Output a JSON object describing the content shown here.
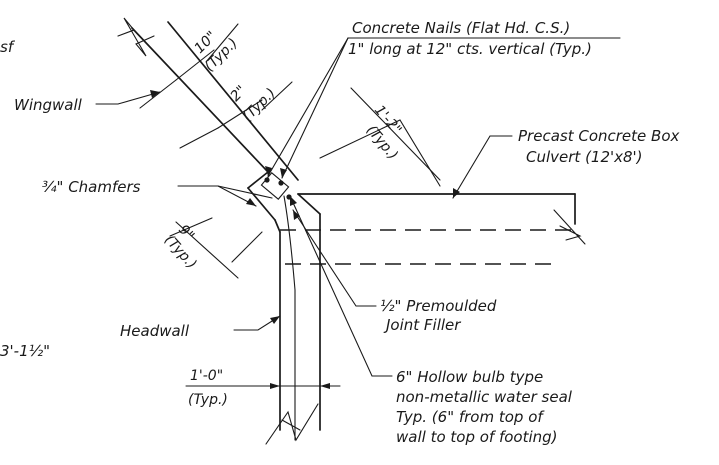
{
  "labels": {
    "nails_line1": "Concrete Nails (Flat Hd. C.S.)",
    "nails_line2": "1\" long at 12\" cts. vertical (Typ.)",
    "precast_line1": "Precast Concrete Box",
    "precast_line2": "Culvert (12'x8')",
    "wingwall": "Wingwall",
    "chamfers": "¾\" Chamfers",
    "joint_filler_line1": "½\" Premoulded",
    "joint_filler_line2": "Joint Filler",
    "headwall": "Headwall",
    "water_seal_line1": "6\" Hollow bulb type",
    "water_seal_line2": "non-metallic water seal",
    "water_seal_line3": "Typ. (6\" from top of",
    "water_seal_line4": "wall to top of footing)",
    "cut_left_top": "sf",
    "cut_left_bottom": "3'-1½\""
  },
  "dimensions": {
    "wing_thickness": "10\"",
    "wing_thickness_typ": "(Typ.)",
    "nail_offset": "2\"",
    "nail_offset_typ": "(Typ.)",
    "box_offset": "1'-2\"",
    "box_offset_typ": "(Typ.)",
    "chamfer_offset": "9\"",
    "chamfer_offset_typ": "(Typ.)",
    "head_thickness": "1'-0\"",
    "head_thickness_typ": "(Typ.)"
  }
}
